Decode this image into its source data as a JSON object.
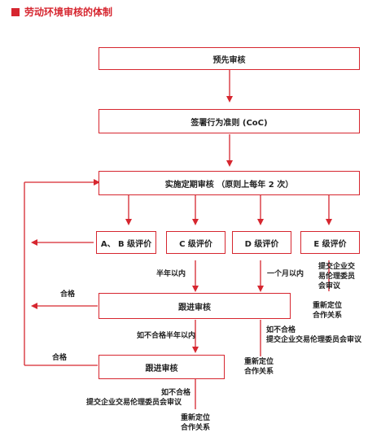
{
  "title": "劳动环境审核的体制",
  "boxes": {
    "pre_audit": "预先审核",
    "coc": "签署行为准则 (CoC)",
    "periodic": "实施定期审核 （原则上每年 2 次）",
    "grade_ab": "A、 B 级评价",
    "grade_c": "C 级评价",
    "grade_d": "D 级评价",
    "grade_e": "E 级评价",
    "followup1": "跟进审核",
    "followup2": "跟进审核"
  },
  "labels": {
    "half_year": "半年以内",
    "one_month": "一个月以内",
    "submit_e_1": "提交企业交",
    "submit_e_2": "易伦理委员",
    "submit_e_3": "会审议",
    "pass1": "合格",
    "pass2": "合格",
    "fail_half_year": "如不合格半年以内",
    "realign1_1": "重新定位",
    "realign1_2": "合作关系",
    "fail_d_1": "如不合格",
    "fail_d_2": "提交企业交易伦理委员会审议",
    "realign2_1": "重新定位",
    "realign2_2": "合作关系",
    "fail_final_1": "如不合格",
    "fail_final_2": "提交企业交易伦理委员会审议",
    "realign3_1": "重新定位",
    "realign3_2": "合作关系"
  },
  "colors": {
    "accent": "#d6262f",
    "line": "#d6262f"
  }
}
